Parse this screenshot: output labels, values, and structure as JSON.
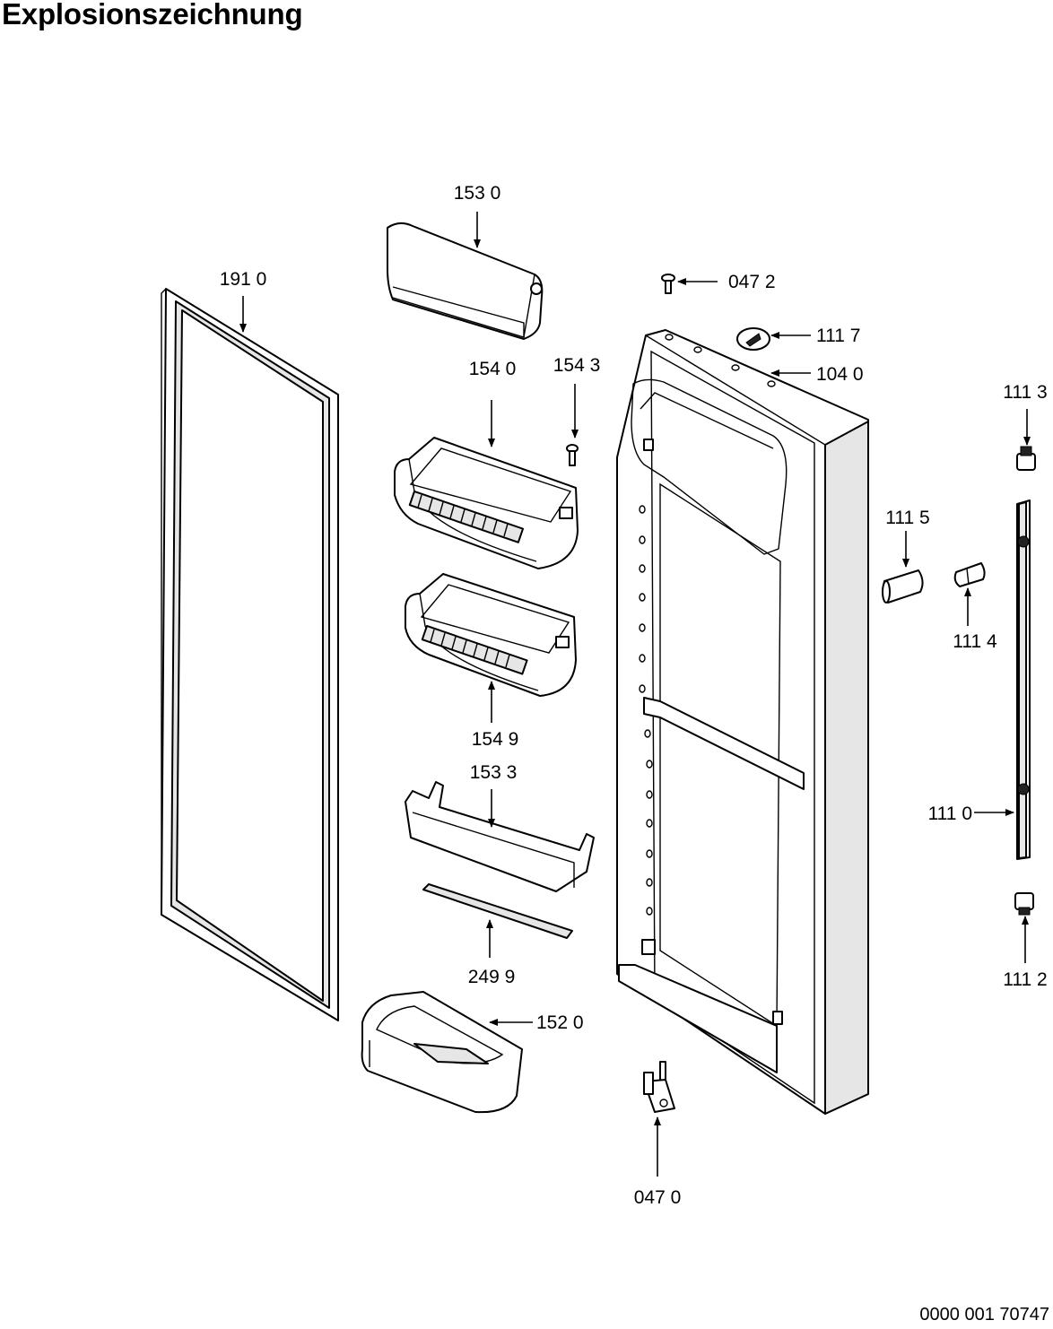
{
  "title": "Explosionszeichnung",
  "document_number": "0000 001 70747",
  "callouts": {
    "p1530": "153 0",
    "p1910": "191 0",
    "p0472": "047 2",
    "p1117": "111 7",
    "p1040": "104 0",
    "p1540": "154 0",
    "p1543": "154 3",
    "p1113": "111 3",
    "p1115": "111 5",
    "p1114": "111 4",
    "p1549": "154 9",
    "p1533": "153 3",
    "p1110": "111 0",
    "p2499": "249 9",
    "p1112": "111 2",
    "p1520": "152 0",
    "p0470": "047 0"
  }
}
